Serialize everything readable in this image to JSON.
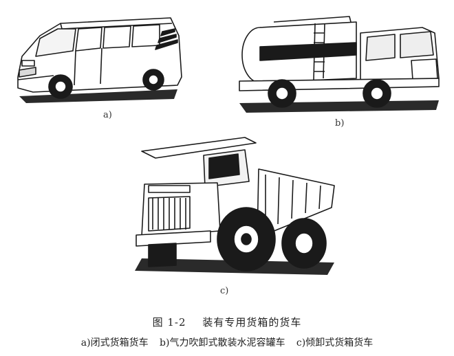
{
  "panels": {
    "a": {
      "label": "a)",
      "vehicle_icon": "closed-van"
    },
    "b": {
      "label": "b)",
      "vehicle_icon": "cement-tanker-truck"
    },
    "c": {
      "label": "c)",
      "vehicle_icon": "dump-truck"
    }
  },
  "caption": {
    "figure_number": "图 1-2",
    "title": "装有专用货箱的货车",
    "legend": [
      "a)闭式货箱货车",
      "b)气力吹卸式散装水泥容罐车",
      "c)倾卸式货箱货车"
    ]
  }
}
